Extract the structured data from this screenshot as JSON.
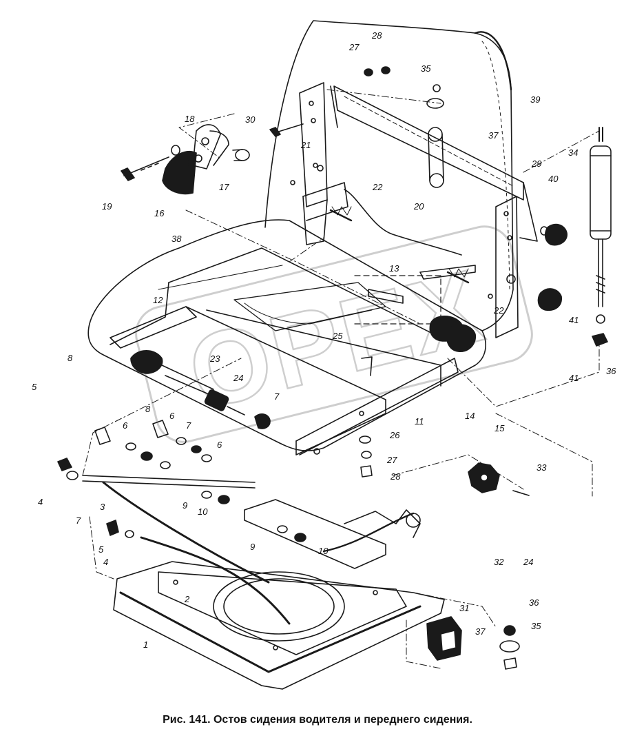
{
  "figure": {
    "caption": "Рис. 141. Остов сидения водителя и переднего сидения.",
    "watermark": "OPEX"
  },
  "callouts": [
    "1",
    "2",
    "3",
    "4",
    "4",
    "5",
    "5",
    "6",
    "6",
    "6",
    "7",
    "7",
    "7",
    "8",
    "8",
    "9",
    "9",
    "10",
    "10",
    "11",
    "12",
    "13",
    "14",
    "15",
    "16",
    "17",
    "18",
    "19",
    "20",
    "21",
    "22",
    "22",
    "23",
    "24",
    "24",
    "25",
    "26",
    "27",
    "27",
    "28",
    "28",
    "29",
    "30",
    "31",
    "32",
    "33",
    "34",
    "35",
    "35",
    "36",
    "36",
    "37",
    "37",
    "38",
    "39",
    "40",
    "41",
    "41"
  ],
  "colors": {
    "ink": "#1a1a1a",
    "watermark": "#c9c9c9",
    "background": "#ffffff"
  }
}
